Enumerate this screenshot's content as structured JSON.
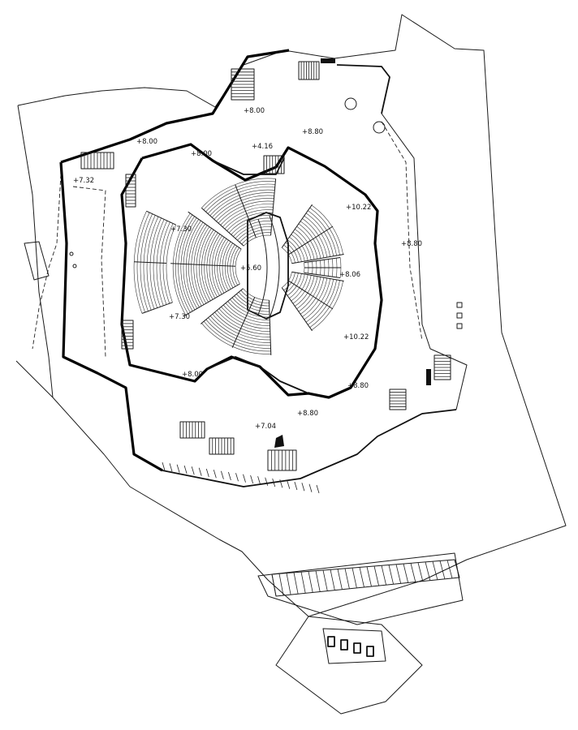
{
  "levels": [
    {
      "id": "stage",
      "text": "+5.60"
    },
    {
      "id": "nw-upper",
      "text": "+8.00"
    },
    {
      "id": "nw-outer",
      "text": "+8.00"
    },
    {
      "id": "north-upper",
      "text": "+8.00"
    },
    {
      "id": "north-foyer",
      "text": "+4.16"
    },
    {
      "id": "north-east",
      "text": "+8.80"
    },
    {
      "id": "west",
      "text": "+7.32"
    },
    {
      "id": "west-block",
      "text": "+7.30"
    },
    {
      "id": "southwest-block",
      "text": "+7.30"
    },
    {
      "id": "east-upper",
      "text": "+10.22"
    },
    {
      "id": "east-terrace",
      "text": "+8.06"
    },
    {
      "id": "east-lower",
      "text": "+10.22"
    },
    {
      "id": "east-foyer",
      "text": "+8.80"
    },
    {
      "id": "southeast",
      "text": "+8.80"
    },
    {
      "id": "south",
      "text": "+8.00"
    },
    {
      "id": "south-foyer",
      "text": "+7.04"
    },
    {
      "id": "south-east",
      "text": "+8.80"
    }
  ]
}
